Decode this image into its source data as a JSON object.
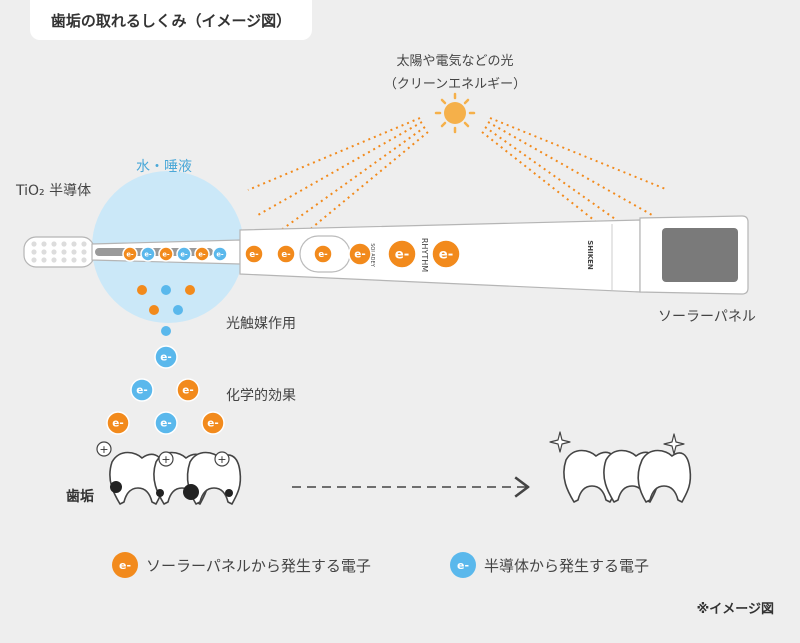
{
  "title": "歯垢の取れるしくみ（イメージ図）",
  "labels": {
    "light_line1": "太陽や電気などの光",
    "light_line2": "（クリーンエネルギー）",
    "water": "水・唾液",
    "semiconductor": "TiO₂ 半導体",
    "photocatalysis": "光触媒作用",
    "chemical_effect": "化学的効果",
    "plaque": "歯垢",
    "solar_panel": "ソーラーパネル",
    "brand": "SHIKEN",
    "model": "RHYTHM",
    "model_sub": "SOLADEY"
  },
  "electron": {
    "symbol": "e-",
    "plus": "+"
  },
  "legend": [
    {
      "symbol": "e-",
      "color": "#f28a1c",
      "text": "ソーラーパネルから発生する電子"
    },
    {
      "symbol": "e-",
      "color": "#5ab8ec",
      "text": "半導体から発生する電子"
    }
  ],
  "note": "※イメージ図",
  "colors": {
    "orange": "#f28a1c",
    "blue": "#5ab8ec",
    "sun": "#f5b04a",
    "bubble": "#cbe8f8",
    "water_label": "#4aa8d8"
  }
}
